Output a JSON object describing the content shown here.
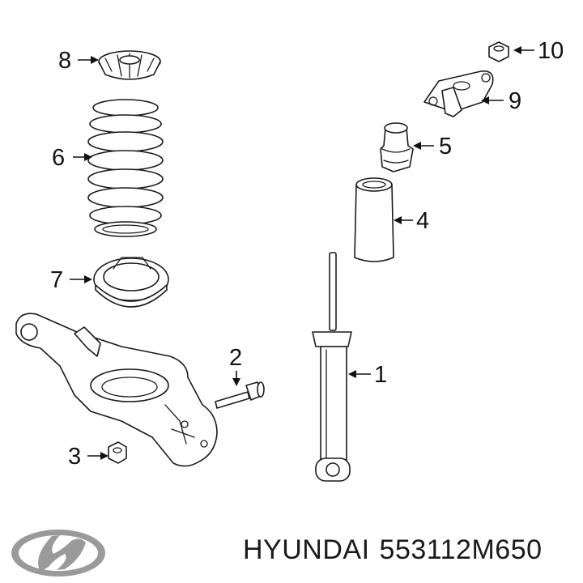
{
  "brand": "HYUNDAI",
  "part_number": "553112M650",
  "callouts": [
    {
      "id": "1",
      "label": "1"
    },
    {
      "id": "2",
      "label": "2"
    },
    {
      "id": "3",
      "label": "3"
    },
    {
      "id": "4",
      "label": "4"
    },
    {
      "id": "5",
      "label": "5"
    },
    {
      "id": "6",
      "label": "6"
    },
    {
      "id": "7",
      "label": "7"
    },
    {
      "id": "8",
      "label": "8"
    },
    {
      "id": "9",
      "label": "9"
    },
    {
      "id": "10",
      "label": "10"
    }
  ],
  "icons": {
    "logo": "hyundai-logo-icon"
  }
}
